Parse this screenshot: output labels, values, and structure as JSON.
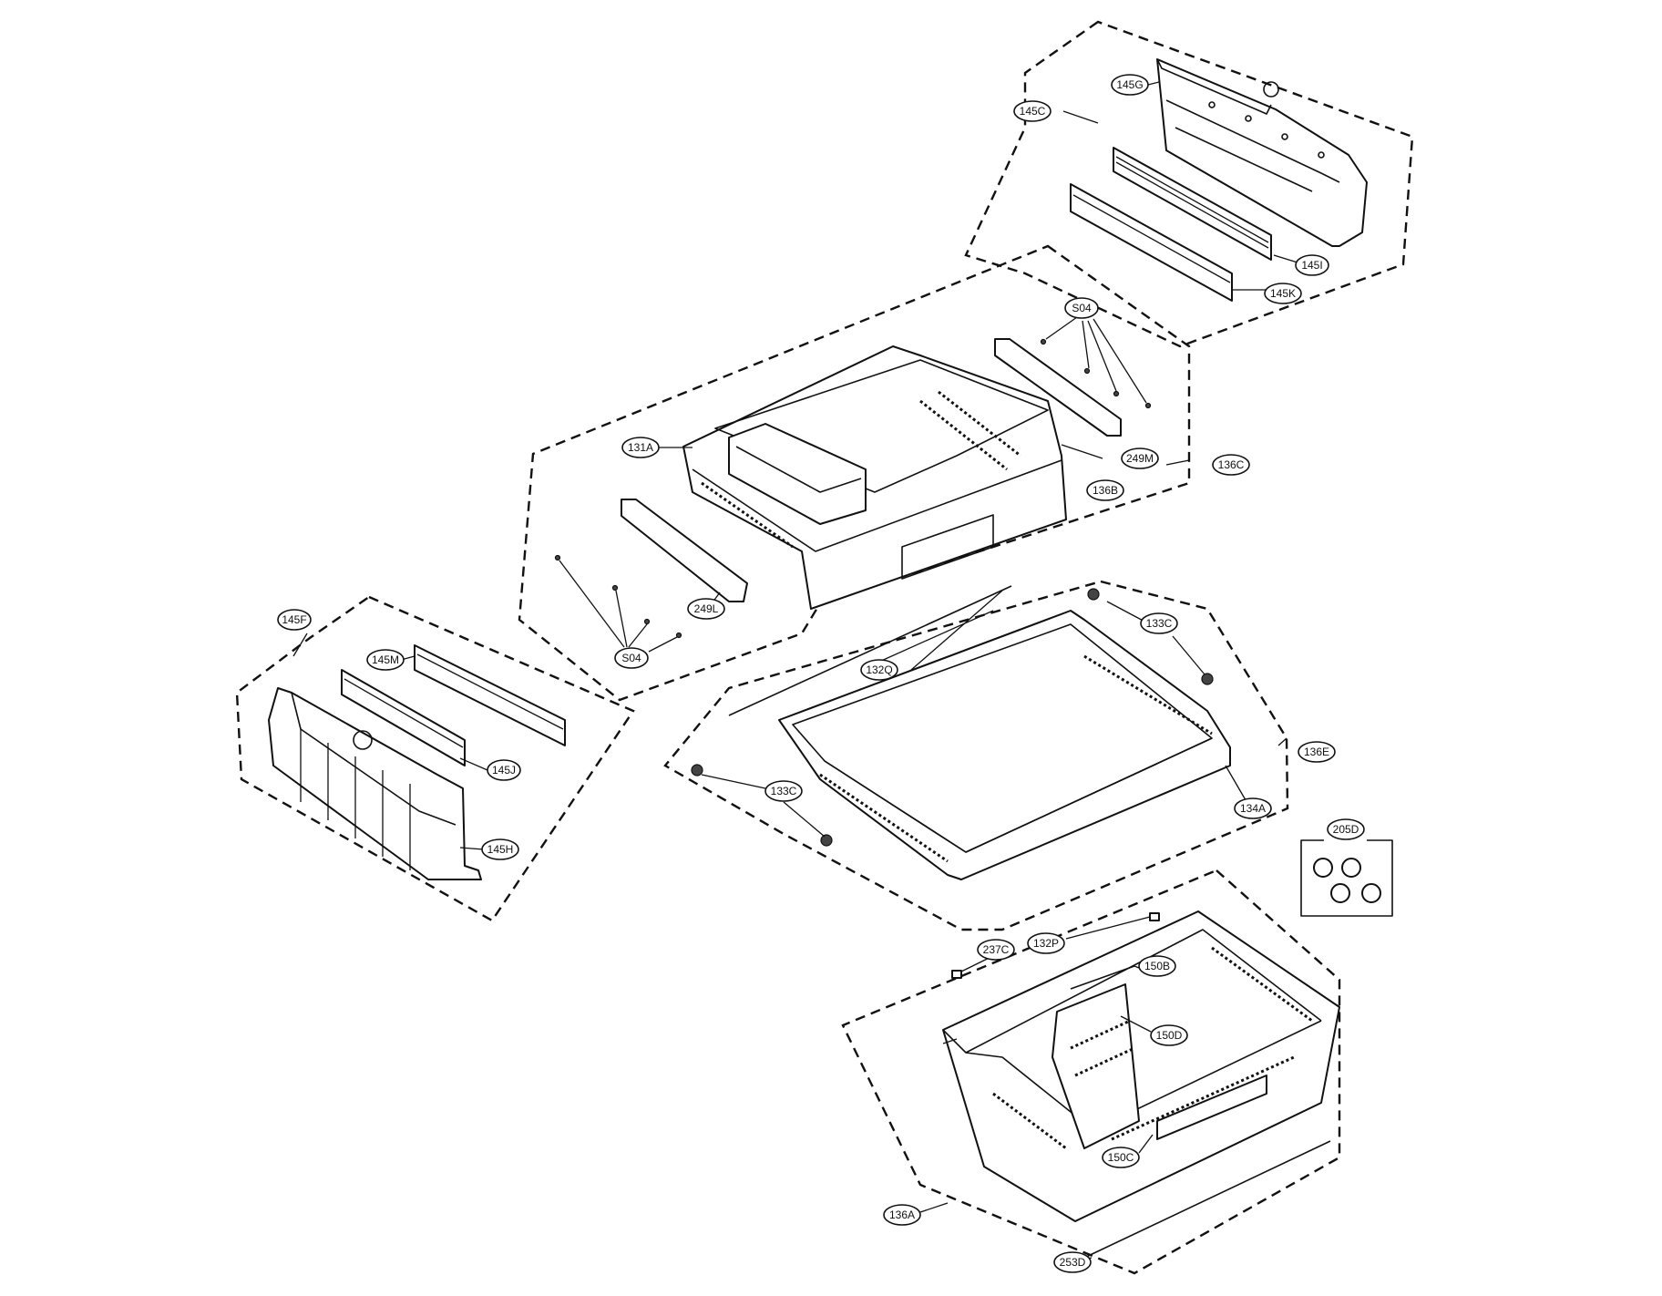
{
  "callouts": {
    "c145G": "145G",
    "c145C": "145C",
    "c145I": "145I",
    "c145K": "145K",
    "cS04a": "S04",
    "c131A": "131A",
    "c249M": "249M",
    "c136C": "136C",
    "c136B": "136B",
    "c249L": "249L",
    "cS04b": "S04",
    "c145F": "145F",
    "c145M": "145M",
    "c145J": "145J",
    "c145H": "145H",
    "c133Ca": "133C",
    "c132Q": "132Q",
    "c136E": "136E",
    "c133Cb": "133C",
    "c134A": "134A",
    "c205D": "205D",
    "c132P": "132P",
    "c150B": "150B",
    "c237C": "237C",
    "c150D": "150D",
    "c150C": "150C",
    "c136A": "136A",
    "c253D": "253D"
  }
}
